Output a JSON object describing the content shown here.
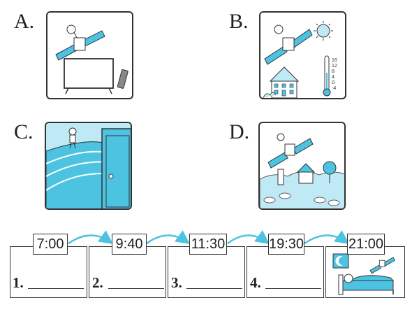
{
  "options": [
    {
      "letter": "A."
    },
    {
      "letter": "B."
    },
    {
      "letter": "C."
    },
    {
      "letter": "D."
    }
  ],
  "thermometer_scale": [
    "16",
    "12",
    "8",
    "4",
    "0",
    "-4"
  ],
  "timeline": {
    "times": [
      "7:00",
      "9:40",
      "11:30",
      "19:30",
      "21:00"
    ],
    "slots": [
      {
        "label": "1."
      },
      {
        "label": "2."
      },
      {
        "label": "3."
      },
      {
        "label": "4."
      }
    ]
  },
  "colors": {
    "accent": "#4cc3e0",
    "ink": "#333333",
    "light": "#bfe9f4"
  }
}
